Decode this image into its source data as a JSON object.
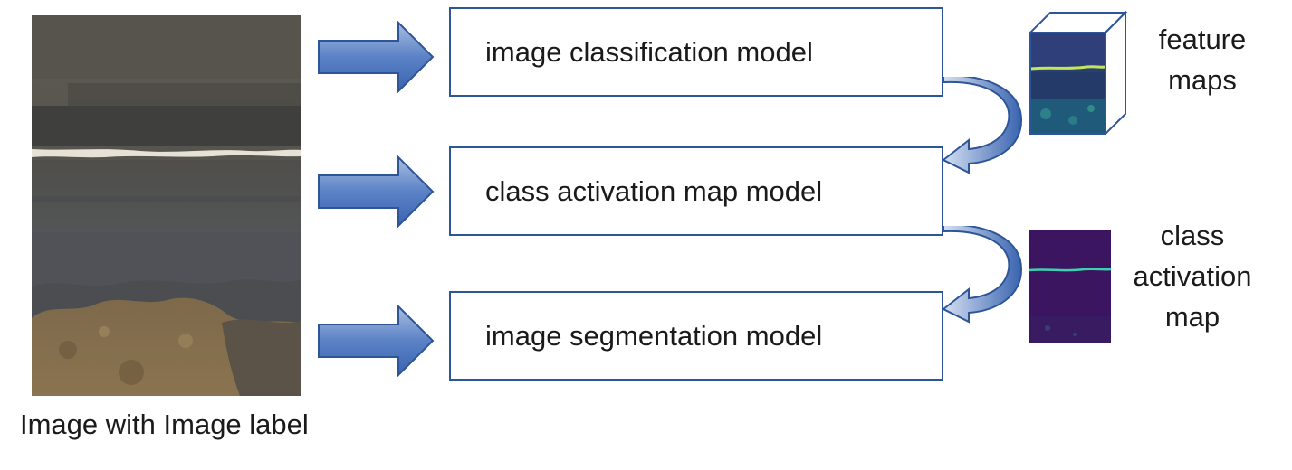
{
  "diagram": {
    "models": {
      "classification": "image classification model",
      "cam": "class activation map model",
      "segmentation": "image segmentation model"
    },
    "feature_maps_label": {
      "line1": "feature",
      "line2": "maps"
    },
    "cam_label": {
      "line1": "class",
      "line2": "activation",
      "line3": "map"
    },
    "image_caption": "Image with Image label"
  },
  "colors": {
    "box_border": "#2e5597",
    "arrow_light": "#a9bee0",
    "arrow_dark": "#3a64b0",
    "cam_background": "#3b1560"
  }
}
